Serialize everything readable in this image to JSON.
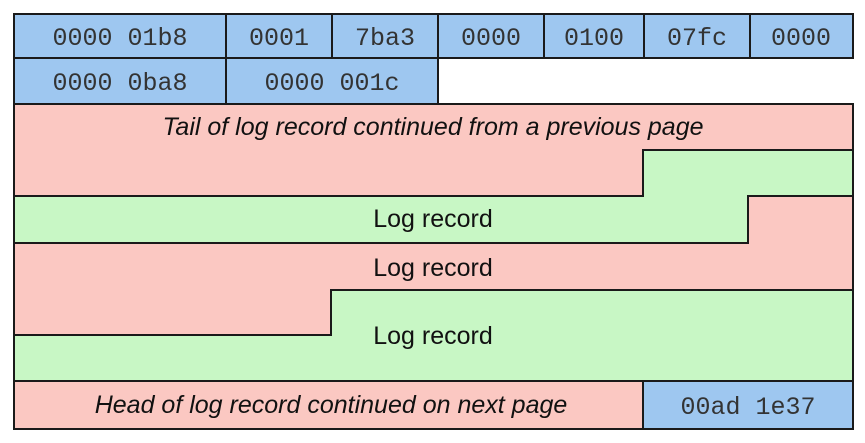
{
  "colors": {
    "header": "#9ec7f0",
    "tail": "#fbc8c2",
    "record": "#c8f7c5",
    "outline": "#1a1a1a"
  },
  "header_row_1": [
    "0000 01b8",
    "0001",
    "7ba3",
    "0000",
    "0100",
    "07fc",
    "0000"
  ],
  "header_row_2": [
    "0000 0ba8",
    "0000 001c"
  ],
  "tail_label": "Tail of log record continued from a previous page",
  "record_labels": [
    "Log record",
    "Log record",
    "Log record"
  ],
  "head_label": "Head of log record continued on next page",
  "trailer_value": "00ad 1e37"
}
